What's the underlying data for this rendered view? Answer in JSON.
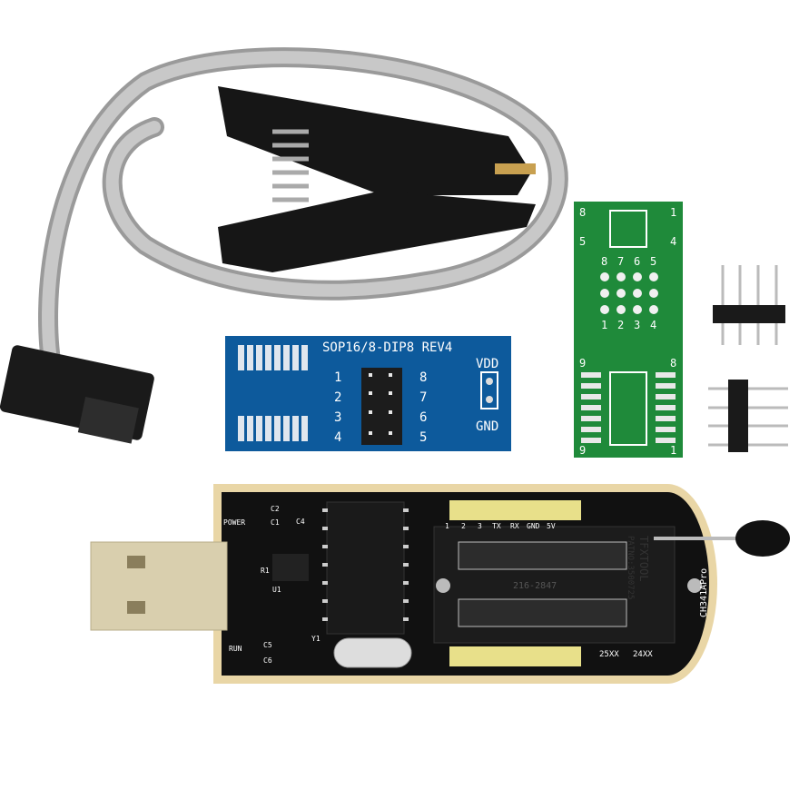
{
  "adapter_board": {
    "title": "SOP16/8-DIP8 REV4",
    "pins_left": [
      "1",
      "2",
      "3",
      "4"
    ],
    "pins_right": [
      "8",
      "7",
      "6",
      "5"
    ],
    "vdd": "VDD",
    "gnd": "GND",
    "color": "#0d5a9c"
  },
  "green_board": {
    "labels_top": [
      "8",
      "5",
      "1",
      "4"
    ],
    "labels_mid_top": [
      "8",
      "7",
      "6",
      "5"
    ],
    "labels_mid_bottom": [
      "1",
      "2",
      "3",
      "4"
    ],
    "labels_bottom": [
      "9",
      "8",
      "9",
      "1"
    ],
    "color": "#1f8a3a"
  },
  "programmer": {
    "power": "POWER",
    "run": "RUN",
    "c2": "C2",
    "c1": "C1",
    "c4": "C4",
    "r1": "R1",
    "u1": "U1",
    "c5": "C5",
    "c6": "C6",
    "y1": "Y1",
    "header_labels": [
      "1",
      "2",
      "3",
      "TX",
      "RX",
      "GND",
      "5V"
    ],
    "socket_brand": "TFXTOOL",
    "socket_part": "PATNO:3500725",
    "socket_code": "216-2847",
    "model": "CH341APro",
    "chip_25": "25XX",
    "chip_24": "24XX",
    "color": "#111111",
    "gold": "#e9d6a6"
  }
}
